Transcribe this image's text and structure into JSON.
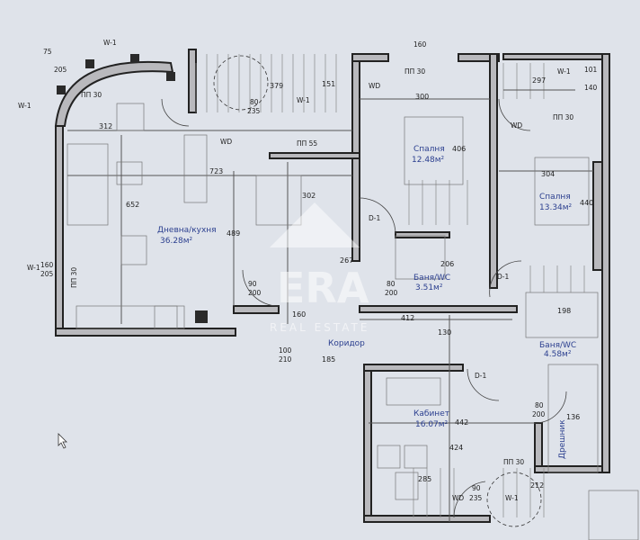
{
  "rooms": {
    "living": {
      "name": "Дневна/кухня",
      "area": "36.28м²"
    },
    "bedroom1": {
      "name": "Спалня",
      "area": "12.48м²"
    },
    "bedroom2": {
      "name": "Спалня",
      "area": "13.34м²"
    },
    "bath1": {
      "name": "Баня/WC",
      "area": "3.51м²"
    },
    "bath2": {
      "name": "Баня/WC",
      "area": "4.58м²"
    },
    "corridor": {
      "name": "Коридор"
    },
    "office": {
      "name": "Кабинет",
      "area": "16.07м²"
    },
    "closet": {
      "name": "Дрешник"
    }
  },
  "dimensions": {
    "d312": "312",
    "d723": "723",
    "d652": "652",
    "d489": "489",
    "d302": "302",
    "d267": "267",
    "d160": "160",
    "d185": "185",
    "d412": "412",
    "d130": "130",
    "d300": "300",
    "d406": "406",
    "d304": "304",
    "d440": "440",
    "d297": "297",
    "d206": "206",
    "d198": "198",
    "d442": "442",
    "d424": "424",
    "d285": "285",
    "d212": "212",
    "d136": "136",
    "d379": "379",
    "d151": "151"
  },
  "tags": {
    "pp30": "ПП 30",
    "pp55": "ПП 55",
    "w1": "W-1",
    "wd": "WD",
    "d1": "D-1",
    "o75": "75",
    "o205": "205",
    "o160": "160",
    "o80": "80",
    "o90": "90",
    "o100": "100",
    "o200": "200",
    "o210": "210",
    "o235": "235",
    "o140": "140",
    "o101": "101"
  },
  "watermark": {
    "brand": "ERA",
    "sub": "REAL ESTATE"
  },
  "colors": {
    "room_label": "#2b3f8f",
    "wall_fill": "#b9b9bd",
    "background": "#dfe3ea"
  }
}
